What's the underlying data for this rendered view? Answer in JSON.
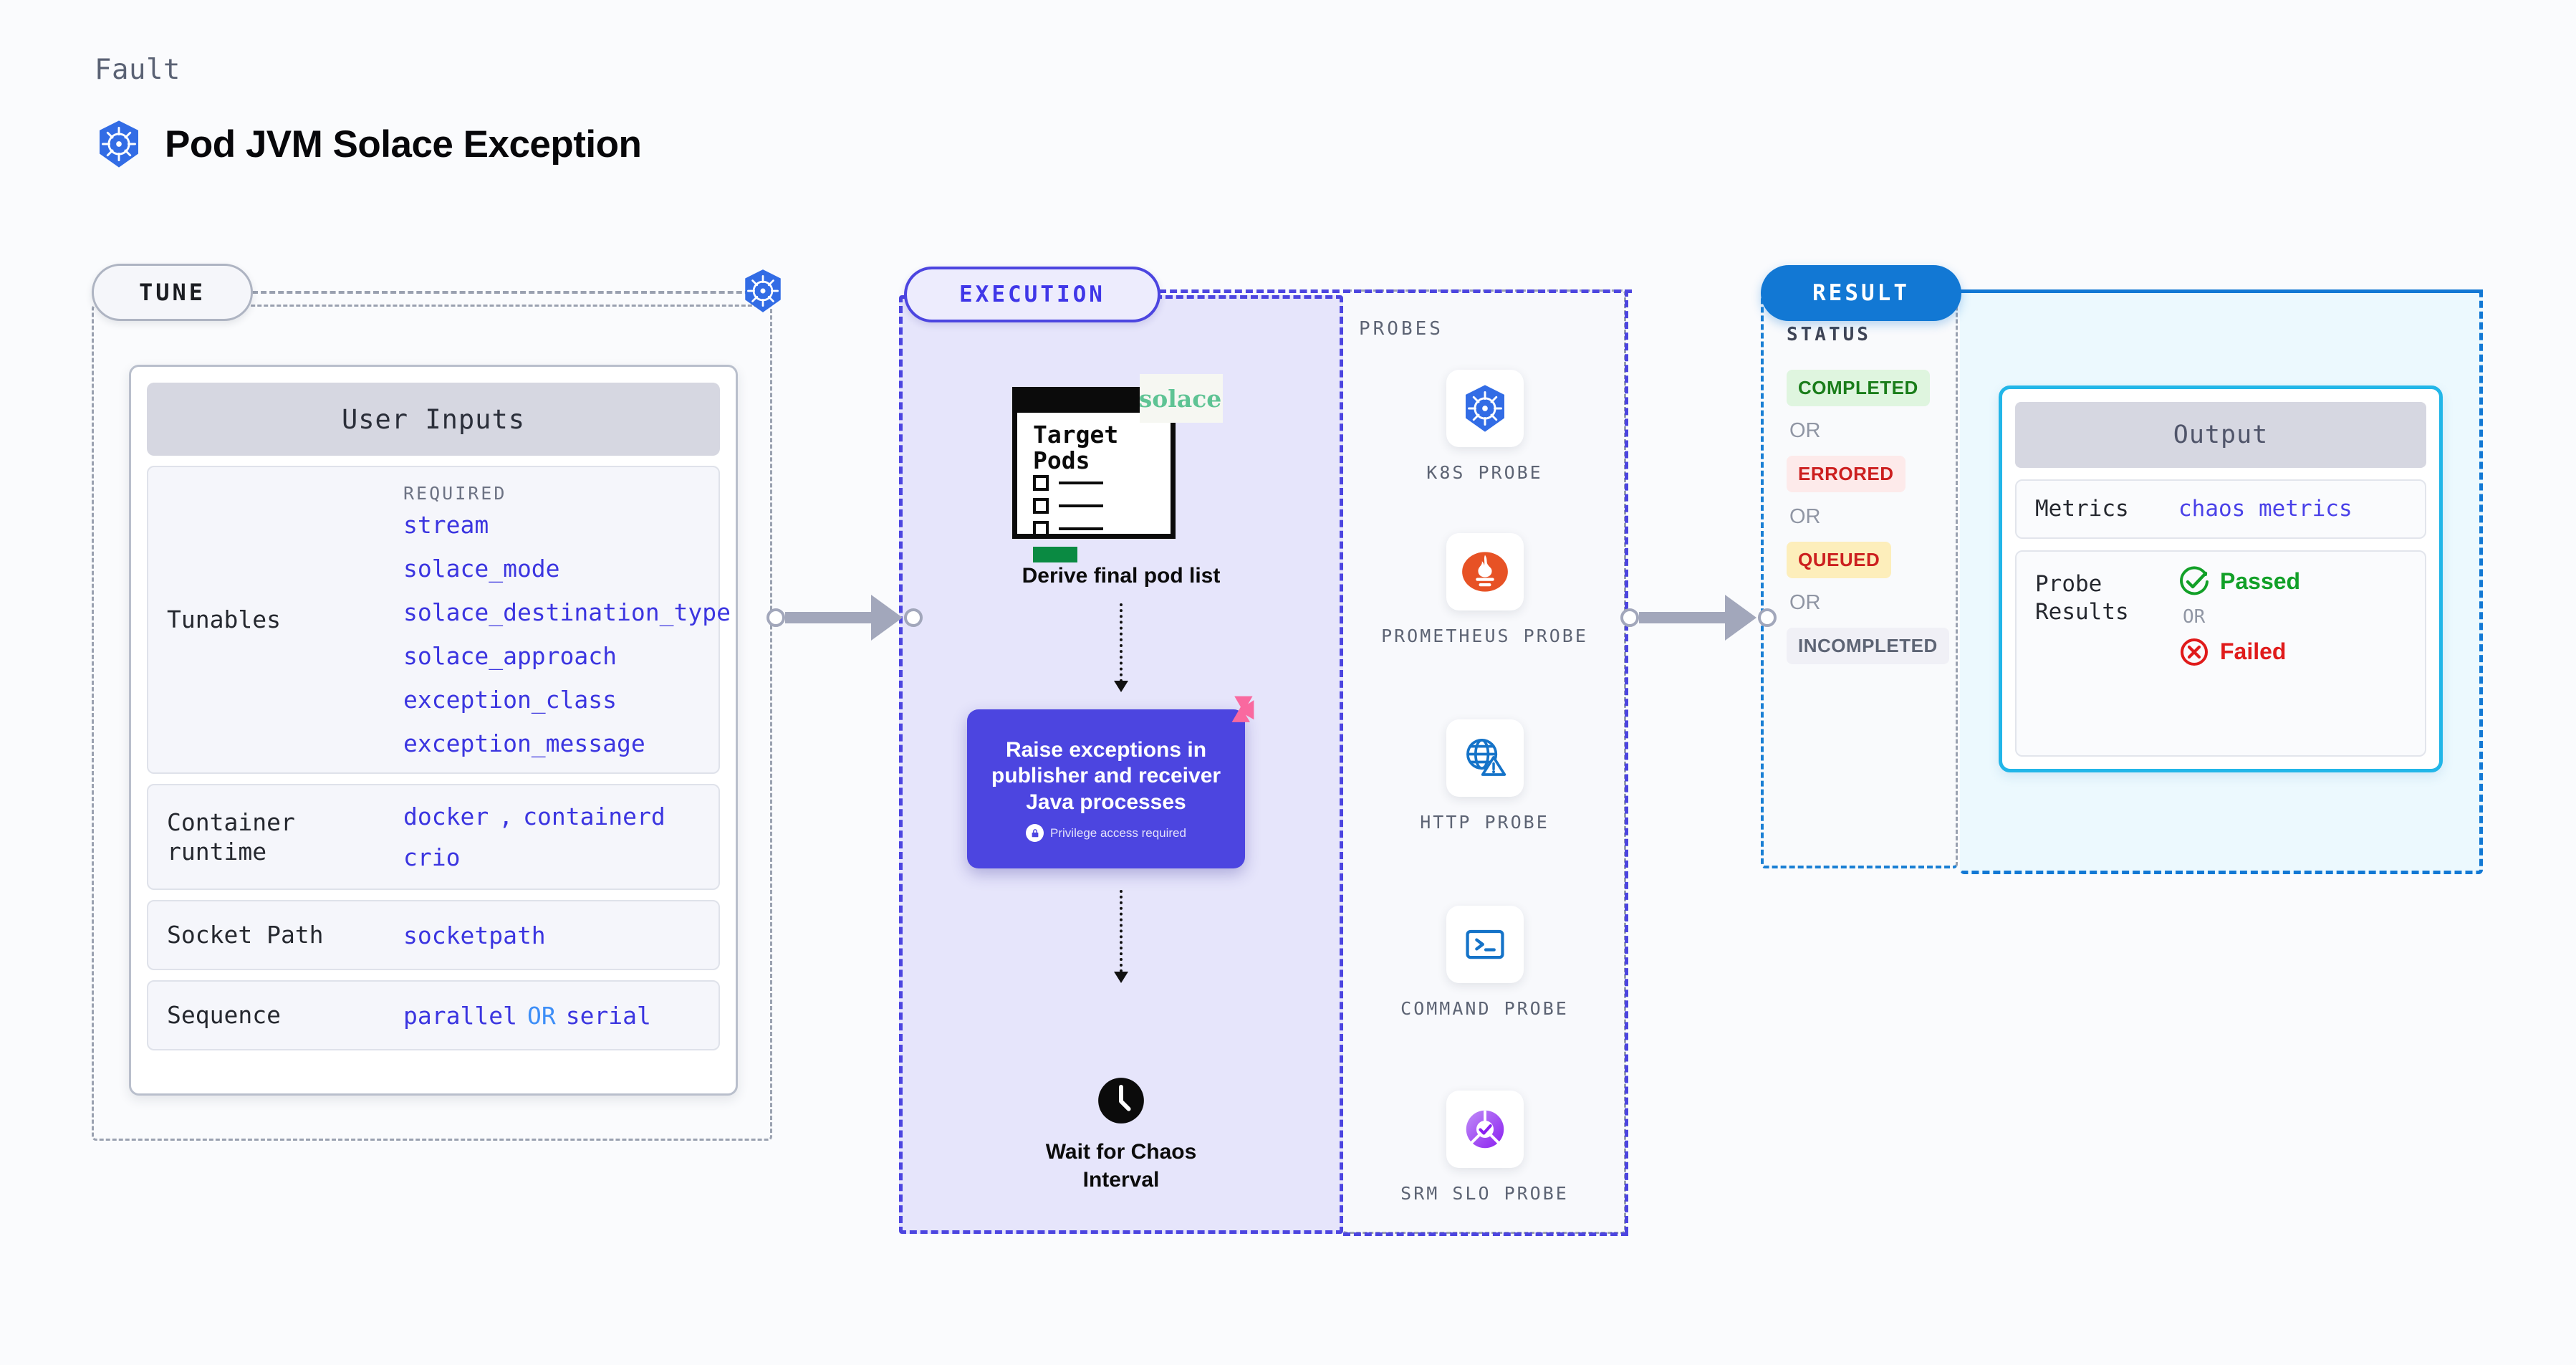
{
  "header": {
    "eyebrow": "Fault",
    "title": "Pod JVM Solace Exception",
    "icon": "kubernetes-icon"
  },
  "tune": {
    "pill_label": "TUNE",
    "node_icon": "kubernetes-icon",
    "card": {
      "title": "User Inputs",
      "rows": [
        {
          "label": "Tunables",
          "required_label": "REQUIRED",
          "values": [
            "stream",
            "solace_mode",
            "solace_destination_type",
            "solace_approach",
            "exception_class",
            "exception_message"
          ]
        },
        {
          "label": "Container runtime",
          "values_line1": [
            "docker",
            ",",
            "containerd"
          ],
          "values_line2": [
            "crio"
          ]
        },
        {
          "label": "Socket Path",
          "values": [
            "socketpath"
          ]
        },
        {
          "label": "Sequence",
          "value_a": "parallel",
          "value_or": "OR",
          "value_b": "serial"
        }
      ]
    }
  },
  "execution": {
    "pill_label": "EXECUTION",
    "doc": {
      "heading_line1": "Target",
      "heading_line2": "Pods",
      "brand": "solace",
      "brand_icon": "solace-logo"
    },
    "step1_caption": "Derive final pod list",
    "action": {
      "text": "Raise exceptions in publisher and receiver Java processes",
      "note": "Privilege access required",
      "note_icon": "lock-icon",
      "corner_icon": "litmus-icon",
      "color": "#4c45e0"
    },
    "wait": {
      "icon": "clock-icon",
      "caption_line1": "Wait for Chaos",
      "caption_line2": "Interval"
    }
  },
  "probes": {
    "title": "PROBES",
    "items": [
      {
        "label": "K8S PROBE",
        "icon": "kubernetes-icon"
      },
      {
        "label": "PROMETHEUS PROBE",
        "icon": "prometheus-icon"
      },
      {
        "label": "HTTP PROBE",
        "icon": "http-globe-warning-icon"
      },
      {
        "label": "COMMAND PROBE",
        "icon": "terminal-icon"
      },
      {
        "label": "SRM SLO PROBE",
        "icon": "srm-slo-icon"
      }
    ]
  },
  "result": {
    "pill_label": "RESULT",
    "status_title": "STATUS",
    "or_label": "OR",
    "statuses": [
      {
        "label": "COMPLETED",
        "bg": "#dff5df",
        "fg": "#1a7d1a"
      },
      {
        "label": "ERRORED",
        "bg": "#fdeaea",
        "fg": "#cc1f1f"
      },
      {
        "label": "QUEUED",
        "bg": "#fdeebb",
        "fg": "#cc1f1f"
      },
      {
        "label": "INCOMPLETED",
        "bg": "#f0f0f6",
        "fg": "#5d6474"
      }
    ]
  },
  "output": {
    "title": "Output",
    "metrics_label": "Metrics",
    "metrics_value": "chaos metrics",
    "probe_results_label": "Probe Results",
    "passed_label": "Passed",
    "failed_label": "Failed",
    "or_label": "OR",
    "passed_icon": "check-circle-icon",
    "failed_icon": "x-circle-icon"
  },
  "connectors": {
    "tune_to_exec": "arrow-right",
    "exec_to_result": "arrow-right"
  },
  "colors": {
    "accent_purple": "#4c45e0",
    "accent_blue": "#1278d4",
    "accent_cyan": "#22b6e8",
    "value_blue": "#3b35e0",
    "k8s_blue": "#326ce5"
  }
}
